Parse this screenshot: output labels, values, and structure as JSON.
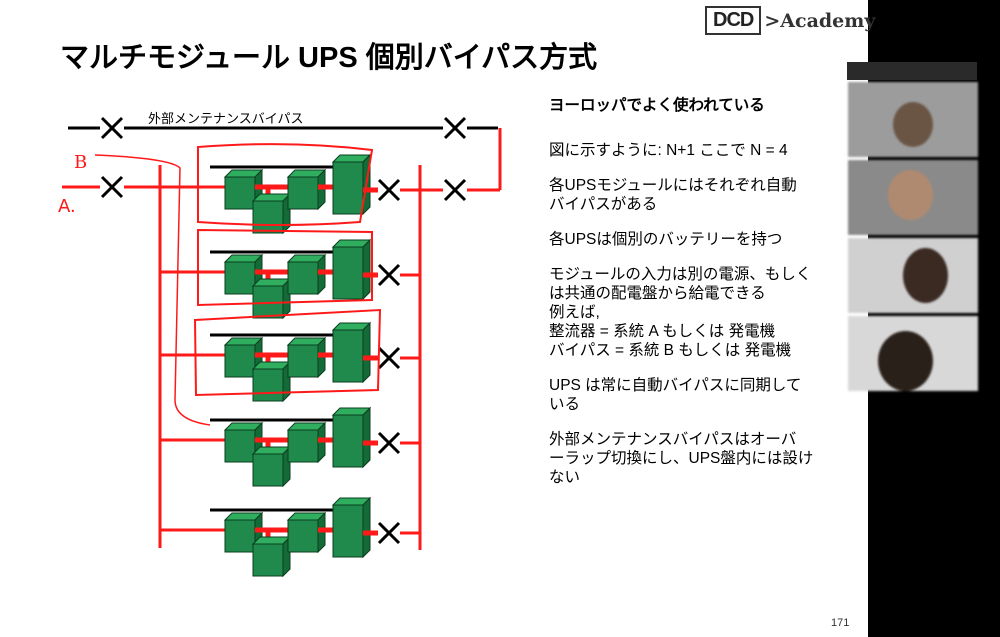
{
  "slide": {
    "title": "マルチモジュール UPS 個別バイパス方式",
    "logo": {
      "brand": "DCD",
      "suffix": ">Academy"
    },
    "diagram": {
      "bypass_label": "外部メンテナンスバイパス",
      "annotations": [
        "B",
        "A."
      ],
      "module_count": 5
    },
    "bullets": [
      "ヨーロッパでよく使われている",
      "図に示すように: N+1 ここで N = 4",
      "各UPSモジュールにはそれぞれ自動\nバイパスがある",
      "各UPSは個別のバッテリーを持つ",
      "モジュールの入力は別の電源、もしく\nは共通の配電盤から給電できる\n例えば,\n整流器 = 系統 A もしくは 発電機\nバイパス = 系統 B もしくは 発電機",
      "UPS は常に自動バイパスに同期して\nいる",
      "外部メンテナンスバイパスはオーバ\nーラップ切換にし、UPS盤内には設け\nない"
    ],
    "page_number": "171"
  },
  "colors": {
    "green": "#1f8a4c",
    "red": "#ff1a1a",
    "ink": "#000000"
  }
}
